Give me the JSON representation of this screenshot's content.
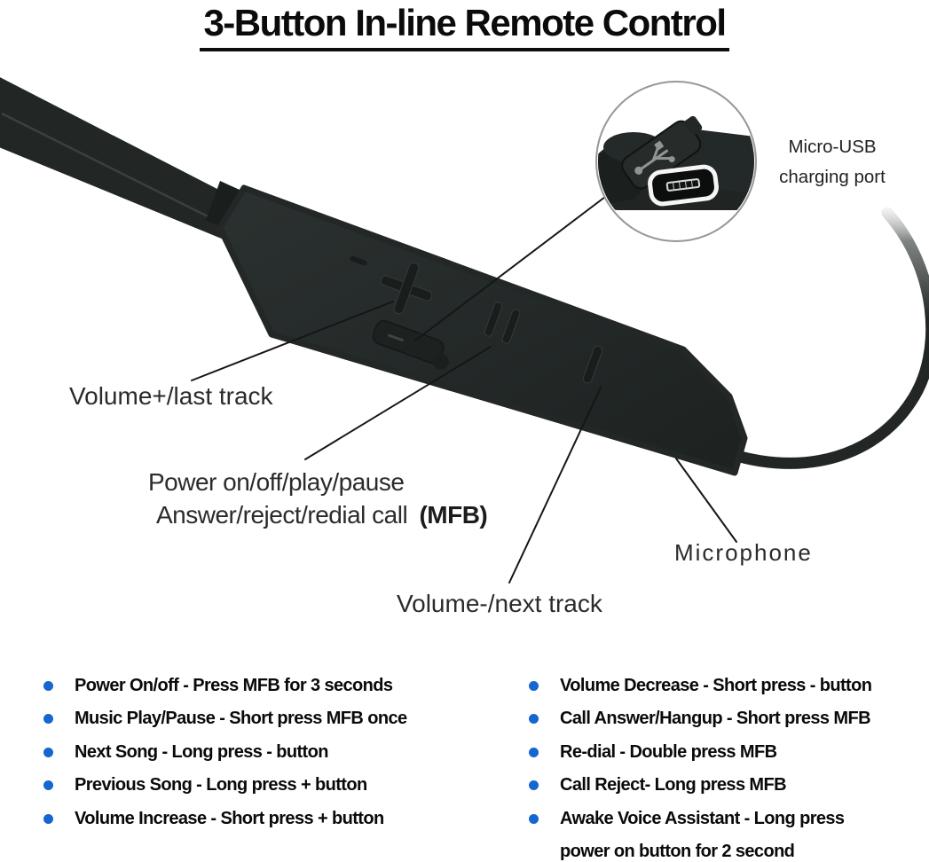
{
  "title": "3-Button In-line Remote Control",
  "inset_label": {
    "line1": "Micro-USB",
    "line2": "charging port"
  },
  "callouts": {
    "volume_up": "Volume+/last track",
    "power_line1": "Power on/off/play/pause",
    "power_line2": "Answer/reject/redial call",
    "power_line2_bold": "(MFB)",
    "volume_down": "Volume-/next track",
    "microphone": "Microphone"
  },
  "instructions": {
    "left": [
      "Power On/off - Press MFB for 3 seconds",
      "Music Play/Pause - Short press MFB once",
      "Next Song - Long press - button",
      "Previous Song - Long press + button",
      "Volume Increase - Short press + button"
    ],
    "right": [
      "Volume Decrease - Short press - button",
      "Call Answer/Hangup - Short press MFB",
      "Re-dial - Double press MFB",
      "Call Reject- Long press MFB",
      "Awake Voice Assistant - Long press\npower on button for 2 second"
    ]
  },
  "colors": {
    "bullet": "#1566cf",
    "line": "#161616",
    "label": "#2b2b2b",
    "text": "#0a0a0a"
  }
}
